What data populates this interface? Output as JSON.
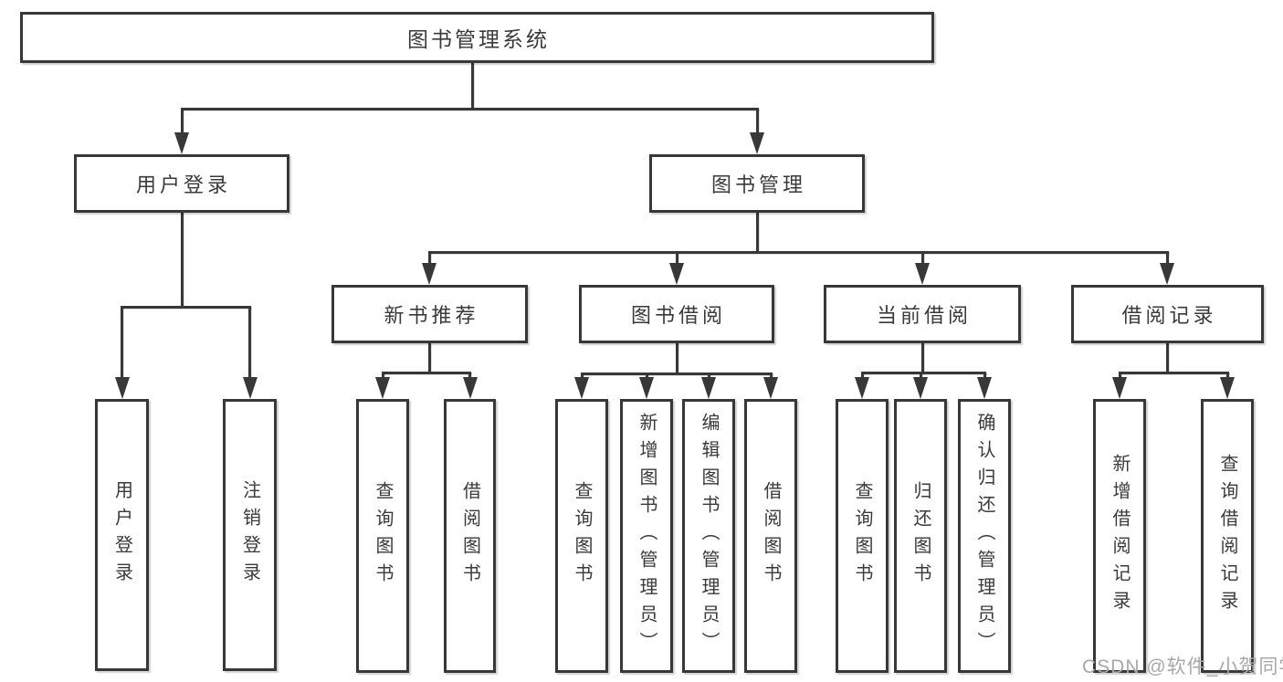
{
  "diagram_type": "hierarchy-chart",
  "colors": {
    "line": "#383838",
    "text": "#3a3a3a",
    "box_background": "#ffffff",
    "watermark": "#a8a8a8"
  },
  "watermark": {
    "text": "CSDN @软件_小贺同学"
  },
  "tree": {
    "root": {
      "label": "图书管理系统"
    },
    "branches": [
      {
        "label": "用户登录",
        "children": [
          {
            "label": "用户登录"
          },
          {
            "label": "注销登录"
          }
        ]
      },
      {
        "label": "图书管理",
        "children": [
          {
            "label": "新书推荐",
            "children": [
              {
                "label": "查询图书"
              },
              {
                "label": "借阅图书"
              }
            ]
          },
          {
            "label": "图书借阅",
            "children": [
              {
                "label": "查询图书"
              },
              {
                "label": "新增图书（管理员）"
              },
              {
                "label": "编辑图书（管理员）"
              },
              {
                "label": "借阅图书"
              }
            ]
          },
          {
            "label": "当前借阅",
            "children": [
              {
                "label": "查询图书"
              },
              {
                "label": "归还图书"
              },
              {
                "label": "确认归还（管理员）"
              }
            ]
          },
          {
            "label": "借阅记录",
            "children": [
              {
                "label": "新增借阅记录"
              },
              {
                "label": "查询借阅记录"
              }
            ]
          }
        ]
      }
    ]
  }
}
